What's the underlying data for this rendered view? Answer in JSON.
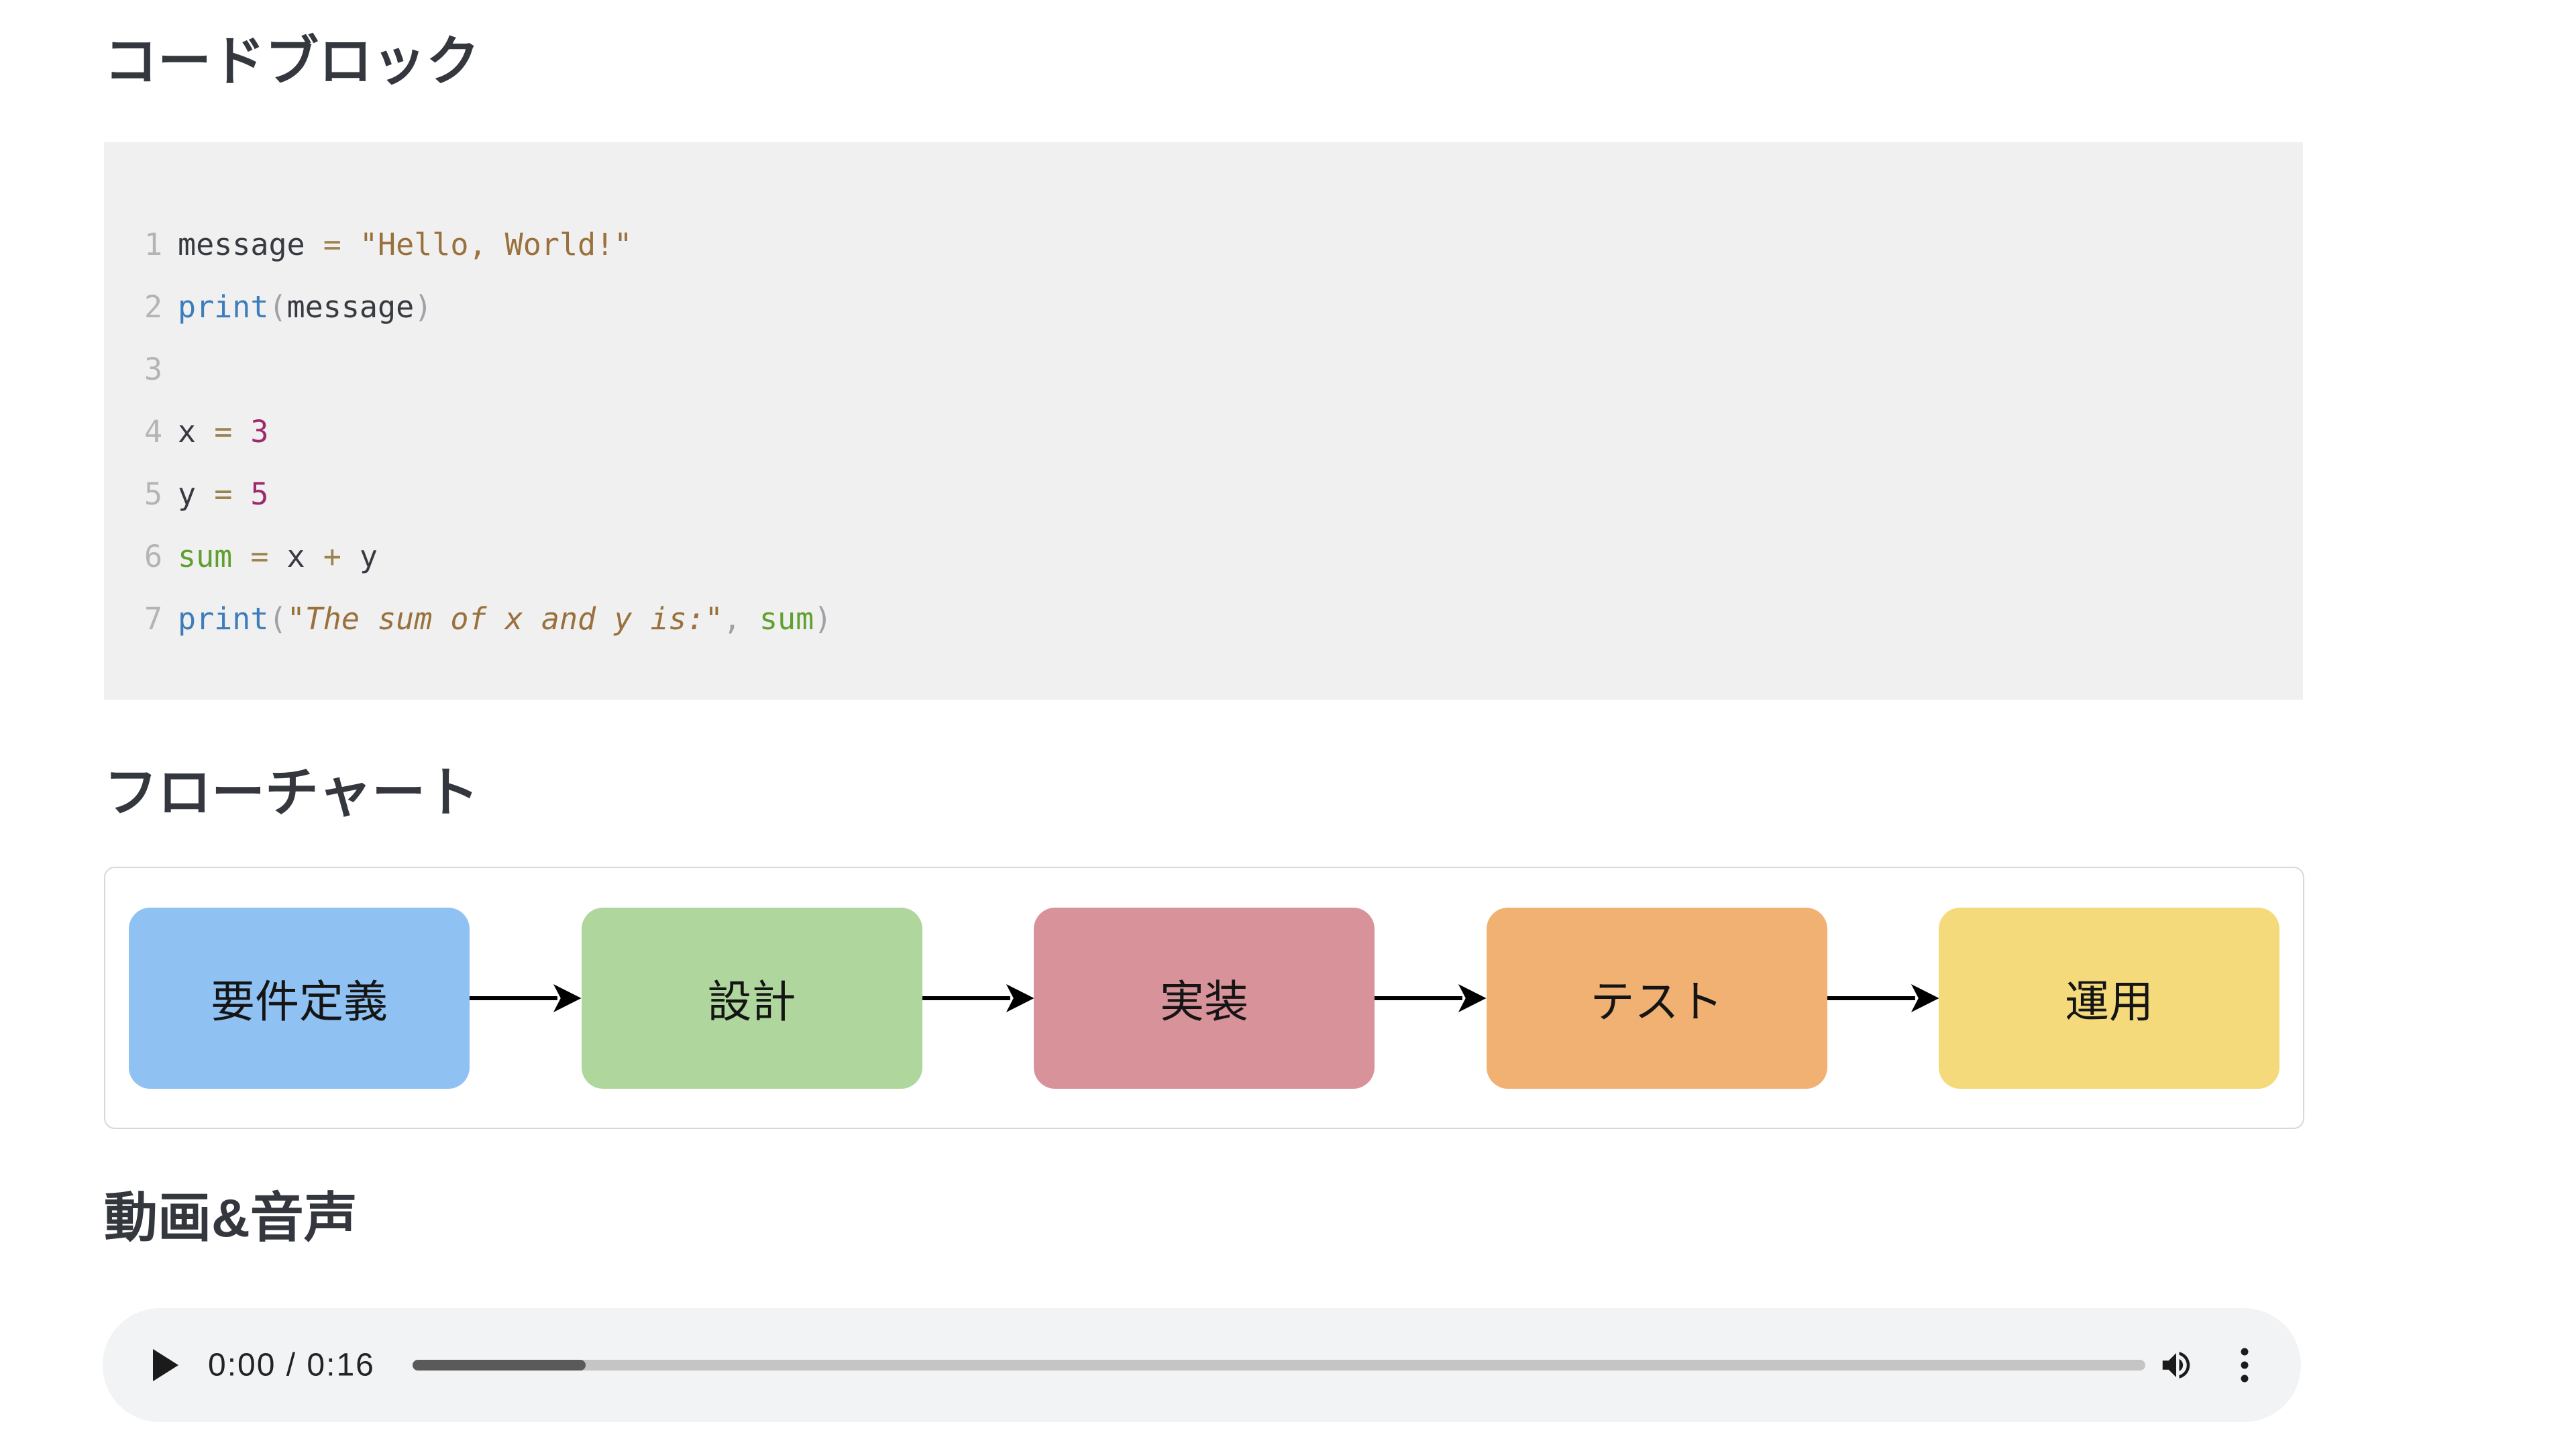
{
  "colors": {
    "heading": "#34383e",
    "code_bg": "#f0f0f0",
    "code_plain": "#383a42",
    "code_line_number": "#b4b4b4",
    "code_function": "#3d7dbc",
    "code_punctuation": "#a0a1a7",
    "code_string": "#9a713c",
    "code_number": "#9e2a6d",
    "code_operator": "#9c834e",
    "code_builtin": "#60a02f",
    "flow_border": "#d8d8d8",
    "arrow": "#000000",
    "player_bg": "#f1f3f4",
    "player_icon": "#1b1b1b",
    "player_text": "#232323",
    "player_track": "#c5c5c5",
    "player_track_played": "#5a5a5a"
  },
  "sections": {
    "code": {
      "heading": "コードブロック",
      "lines": [
        {
          "number": "1",
          "tokens": [
            {
              "text": "message",
              "type": "plain"
            },
            {
              "text": " ",
              "type": "plain"
            },
            {
              "text": "=",
              "type": "op"
            },
            {
              "text": " ",
              "type": "plain"
            },
            {
              "text": "\"Hello, World!\"",
              "type": "str"
            }
          ]
        },
        {
          "number": "2",
          "tokens": [
            {
              "text": "print",
              "type": "func"
            },
            {
              "text": "(",
              "type": "punct"
            },
            {
              "text": "message",
              "type": "plain"
            },
            {
              "text": ")",
              "type": "punct"
            }
          ]
        },
        {
          "number": "3",
          "tokens": []
        },
        {
          "number": "4",
          "tokens": [
            {
              "text": "x ",
              "type": "plain"
            },
            {
              "text": "=",
              "type": "op"
            },
            {
              "text": " ",
              "type": "plain"
            },
            {
              "text": "3",
              "type": "num"
            }
          ]
        },
        {
          "number": "5",
          "tokens": [
            {
              "text": "y ",
              "type": "plain"
            },
            {
              "text": "=",
              "type": "op"
            },
            {
              "text": " ",
              "type": "plain"
            },
            {
              "text": "5",
              "type": "num"
            }
          ]
        },
        {
          "number": "6",
          "tokens": [
            {
              "text": "sum",
              "type": "builtin"
            },
            {
              "text": " ",
              "type": "plain"
            },
            {
              "text": "=",
              "type": "op"
            },
            {
              "text": " x ",
              "type": "plain"
            },
            {
              "text": "+",
              "type": "op"
            },
            {
              "text": " y",
              "type": "plain"
            }
          ]
        },
        {
          "number": "7",
          "tokens": [
            {
              "text": "print",
              "type": "func"
            },
            {
              "text": "(",
              "type": "punct"
            },
            {
              "text": "\"The sum of x and y is:\"",
              "type": "str-italic"
            },
            {
              "text": ",",
              "type": "punct"
            },
            {
              "text": " ",
              "type": "plain"
            },
            {
              "text": "sum",
              "type": "builtin"
            },
            {
              "text": ")",
              "type": "punct"
            }
          ]
        }
      ]
    },
    "flow": {
      "heading": "フローチャート",
      "arrow_icon": "arrow-right-icon",
      "steps": [
        {
          "label": "要件定義",
          "color": "#8fc1f2"
        },
        {
          "label": "設計",
          "color": "#afd69d"
        },
        {
          "label": "実装",
          "color": "#d8929a"
        },
        {
          "label": "テスト",
          "color": "#f1b173"
        },
        {
          "label": "運用",
          "color": "#f5da7b"
        }
      ]
    },
    "media": {
      "heading": "動画&音声",
      "player": {
        "current_time": "0:00",
        "duration": "0:16",
        "time_display": "0:00 / 0:16",
        "progress_percent": 10,
        "icons": {
          "play": "play-icon",
          "volume": "volume-up-icon",
          "menu": "overflow-menu-icon"
        }
      }
    }
  }
}
